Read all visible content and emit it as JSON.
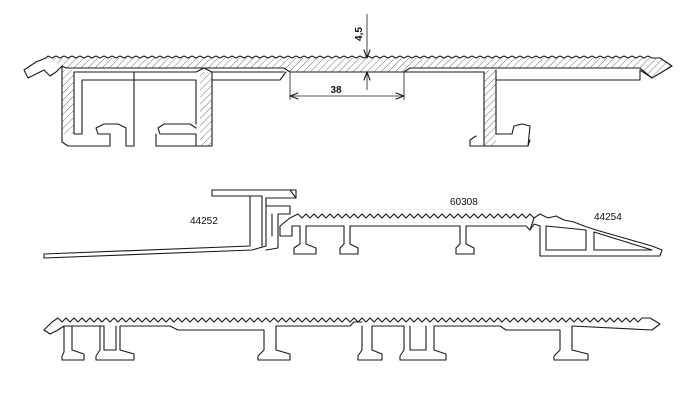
{
  "dimensions": {
    "thickness": "4,5",
    "gap_width": "38"
  },
  "part_labels": {
    "left_profile": "44252",
    "middle_profile": "60308",
    "right_profile": "44254"
  }
}
